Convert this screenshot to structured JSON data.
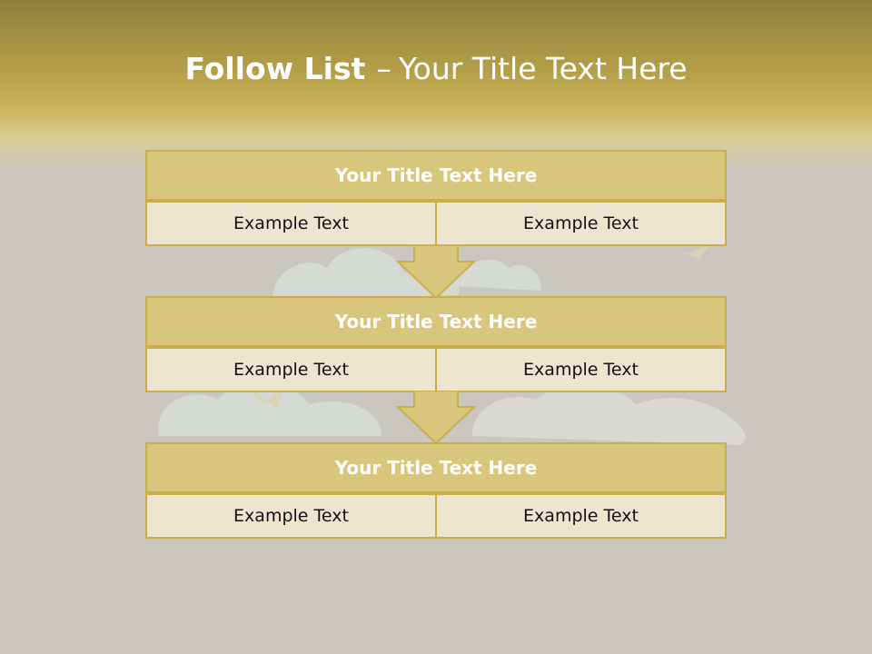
{
  "title": {
    "bold": "Follow List",
    "dash": "–",
    "rest": "Your Title Text Here"
  },
  "blocks": [
    {
      "title": "Your Title Text Here",
      "left": "Example Text",
      "right": "Example Text"
    },
    {
      "title": "Your Title Text Here",
      "left": "Example Text",
      "right": "Example Text"
    },
    {
      "title": "Your Title Text Here",
      "left": "Example Text",
      "right": "Example Text"
    }
  ],
  "colors": {
    "header": "#c9ae4c",
    "title_fill": "#d8c67c",
    "cell_fill": "#ede5cf",
    "border": "#c9ae4c"
  }
}
